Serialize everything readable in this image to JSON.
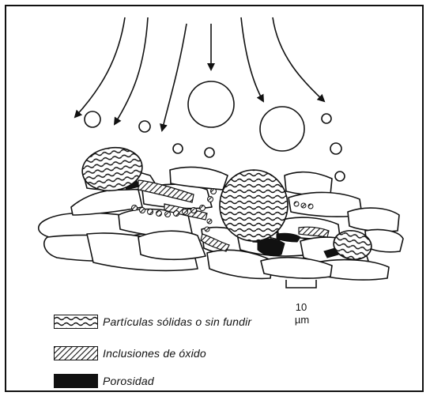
{
  "scale_bar": {
    "value": "10",
    "unit": "µm"
  },
  "legend": [
    {
      "label": "Partículas sólidas o sin fundir",
      "pattern": "wavy"
    },
    {
      "label": "Inclusiones de óxido",
      "pattern": "hatched"
    },
    {
      "label": "Porosidad",
      "pattern": "solid"
    }
  ],
  "colors": {
    "ink": "#111111",
    "background": "#ffffff"
  }
}
